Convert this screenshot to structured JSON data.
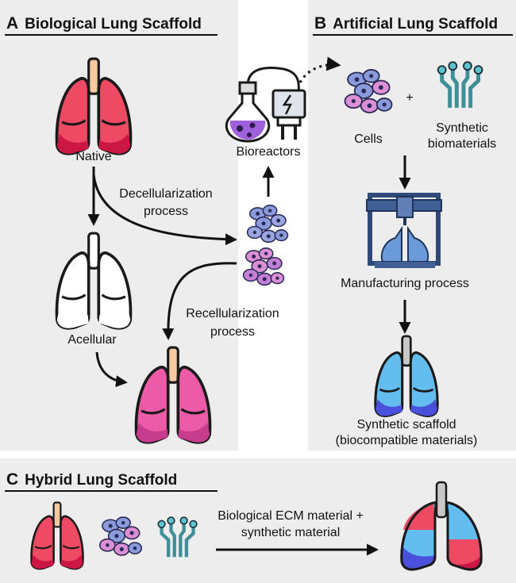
{
  "panel_a": {
    "letter": "A",
    "title": "Biological Lung Scaffold"
  },
  "panel_b": {
    "letter": "B",
    "title": "Artificial Lung Scaffold"
  },
  "panel_c": {
    "letter": "C",
    "title": "Hybrid Lung Scaffold"
  },
  "labels": {
    "native": "Native",
    "decell_1": "Decellularization",
    "decell_2": "process",
    "acellular": "Acellular",
    "recell_1": "Recellularization",
    "recell_2": "process",
    "bioreactors": "Bioreactors",
    "cells": "Cells",
    "plus": "+",
    "synthetic_1": "Synthetic",
    "synthetic_2": "biomaterials",
    "manufacturing": "Manufacturing process",
    "scaffold_1": "Synthetic scaffold",
    "scaffold_2": "(biocompatible materials)",
    "hybrid_1": "Biological ECM material +",
    "hybrid_2": "synthetic material"
  },
  "icons": [
    "lungs-icon",
    "cells-icon",
    "bioreactor-icon",
    "biomaterial-icon",
    "3d-printer-icon",
    "arrow-icon"
  ],
  "colors": {
    "native_lung": "#ee4a64",
    "native_lung_dark": "#cc1744",
    "recell_lung": "#ec5aa8",
    "trachea": "#f6c9a1",
    "synthetic_lung": "#63bdee",
    "synthetic_lung_dark": "#4a4fdc",
    "cell_blue": "#8a9bdc",
    "cell_pink": "#dd8fd5",
    "teal": "#3f8f98",
    "printer": "#2f4a7a",
    "panel_bg": "#ededed"
  }
}
